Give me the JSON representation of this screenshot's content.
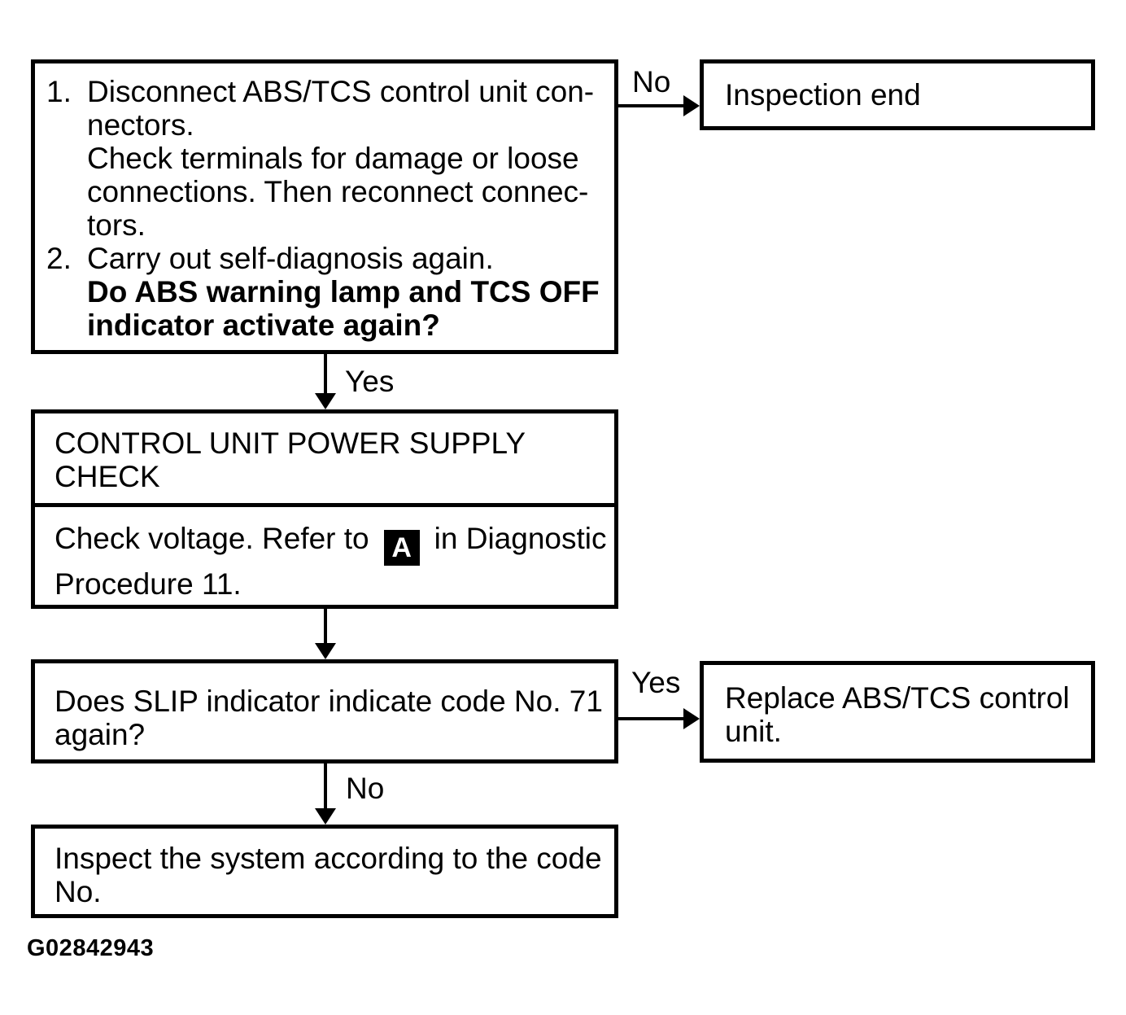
{
  "page": {
    "figure_id": "G02842943"
  },
  "colors": {
    "ink": "#000000",
    "background": "#ffffff",
    "badge_bg": "#000000",
    "badge_fg": "#ffffff"
  },
  "labels": {
    "no_top": "No",
    "yes_down": "Yes",
    "yes_right": "Yes",
    "no_down": "No"
  },
  "nodes": {
    "step1": {
      "item1": {
        "number": "1.",
        "line1": "Disconnect ABS/TCS control unit con-",
        "line2": "nectors.",
        "line3": "Check terminals for damage or loose",
        "line4": "connections. Then reconnect connec-",
        "line5": "tors."
      },
      "item2": {
        "number": "2.",
        "line1": "Carry out self-diagnosis again.",
        "bold1": "Do ABS warning lamp and TCS OFF",
        "bold2": "indicator activate again?"
      }
    },
    "inspection_end": {
      "text": "Inspection end"
    },
    "power_supply_check": {
      "title1": "CONTROL UNIT POWER SUPPLY",
      "title2": "CHECK",
      "body1_before_badge": "Check voltage. Refer to",
      "badge": "A",
      "body1_after_badge": "in Diagnostic",
      "body2": "Procedure 11."
    },
    "slip_code_question": {
      "line1": "Does SLIP indicator indicate code No. 71",
      "line2": "again?"
    },
    "replace_unit": {
      "line1": "Replace ABS/TCS control",
      "line2": "unit."
    },
    "inspect_by_code": {
      "line1": "Inspect the system according to the code",
      "line2": "No."
    }
  }
}
